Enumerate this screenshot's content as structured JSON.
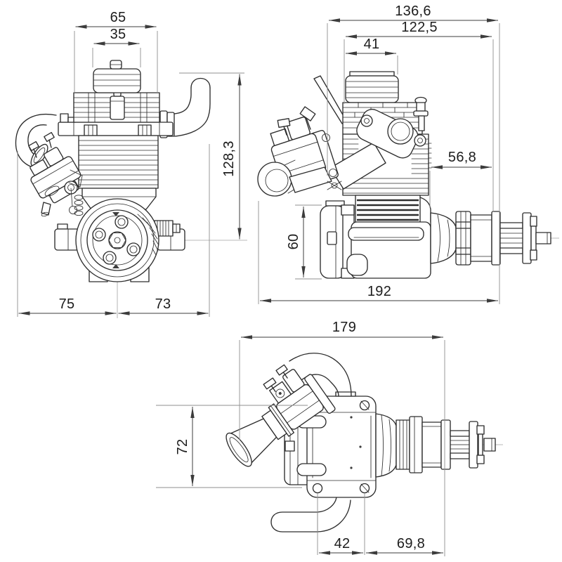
{
  "drawing": {
    "views": {
      "front": {
        "dims": {
          "head_width": "65",
          "cover_width": "35",
          "height_to_crank": "128,3",
          "crank_to_left": "75",
          "crank_to_right": "73"
        }
      },
      "side": {
        "dims": {
          "overall_width": "136,6",
          "body_width": "122,5",
          "cover_width": "41",
          "fin_to_prop_face": "56,8",
          "crankcase_height": "60",
          "overall_length": "192"
        }
      },
      "top": {
        "dims": {
          "overall_length": "179",
          "mount_hole_span": "72",
          "mount_hole_spacing": "42",
          "mount_hole_to_prop_face": "69,8"
        }
      }
    },
    "colors": {
      "background": "#ffffff",
      "part_line": "#2d2d2d",
      "dimension_line": "#3c3c3c",
      "extension_line": "#8f8f8f",
      "text": "#1c1c1c"
    }
  }
}
